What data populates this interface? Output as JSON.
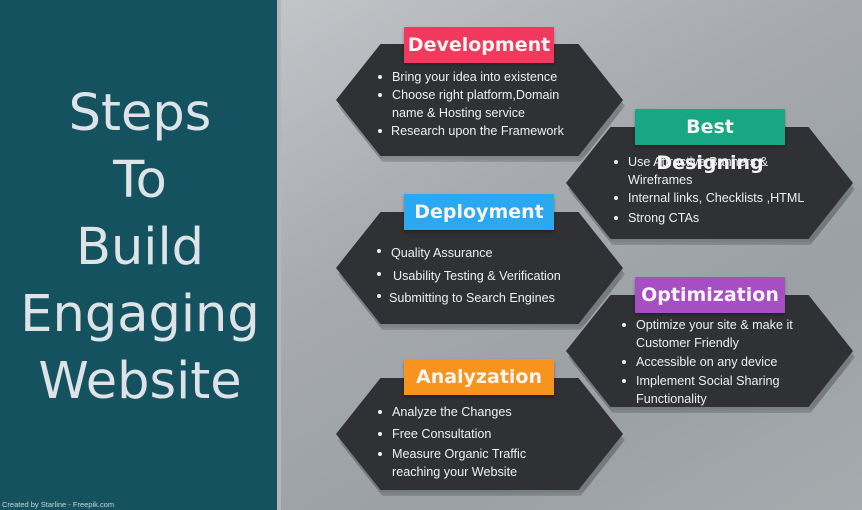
{
  "title": {
    "lines": [
      "Steps",
      "To",
      "Build",
      "Engaging",
      "Website"
    ]
  },
  "credit": "Created by Starline - Freepik.com",
  "colors": {
    "left_panel": "#15525f",
    "hexagon": "#2f3135",
    "development": "#f0395c",
    "best_designing": "#17a784",
    "deployment": "#2aa8f2",
    "optimization": "#a64fc3",
    "analyzation": "#f7941d"
  },
  "steps": [
    {
      "label": "Development",
      "items": [
        "Bring your idea into existence",
        "Choose right platform,Domain name & Hosting service",
        "Research upon the Framework"
      ]
    },
    {
      "label": "Best Designing",
      "items": [
        "Use Attractive Banners & Wireframes",
        "Internal links, Checklists ,HTML",
        "Strong CTAs"
      ]
    },
    {
      "label": "Deployment",
      "items": [
        "Quality Assurance",
        "Usability Testing & Verification",
        "Submitting to  Search Engines"
      ]
    },
    {
      "label": "Optimization",
      "items": [
        "Optimize your site & make it Customer Friendly",
        "Accessible on any device",
        "Implement Social Sharing Functionality"
      ]
    },
    {
      "label": "Analyzation",
      "items": [
        "Analyze the Changes",
        "Free Consultation",
        "Measure Organic Traffic reaching your Website"
      ]
    }
  ]
}
